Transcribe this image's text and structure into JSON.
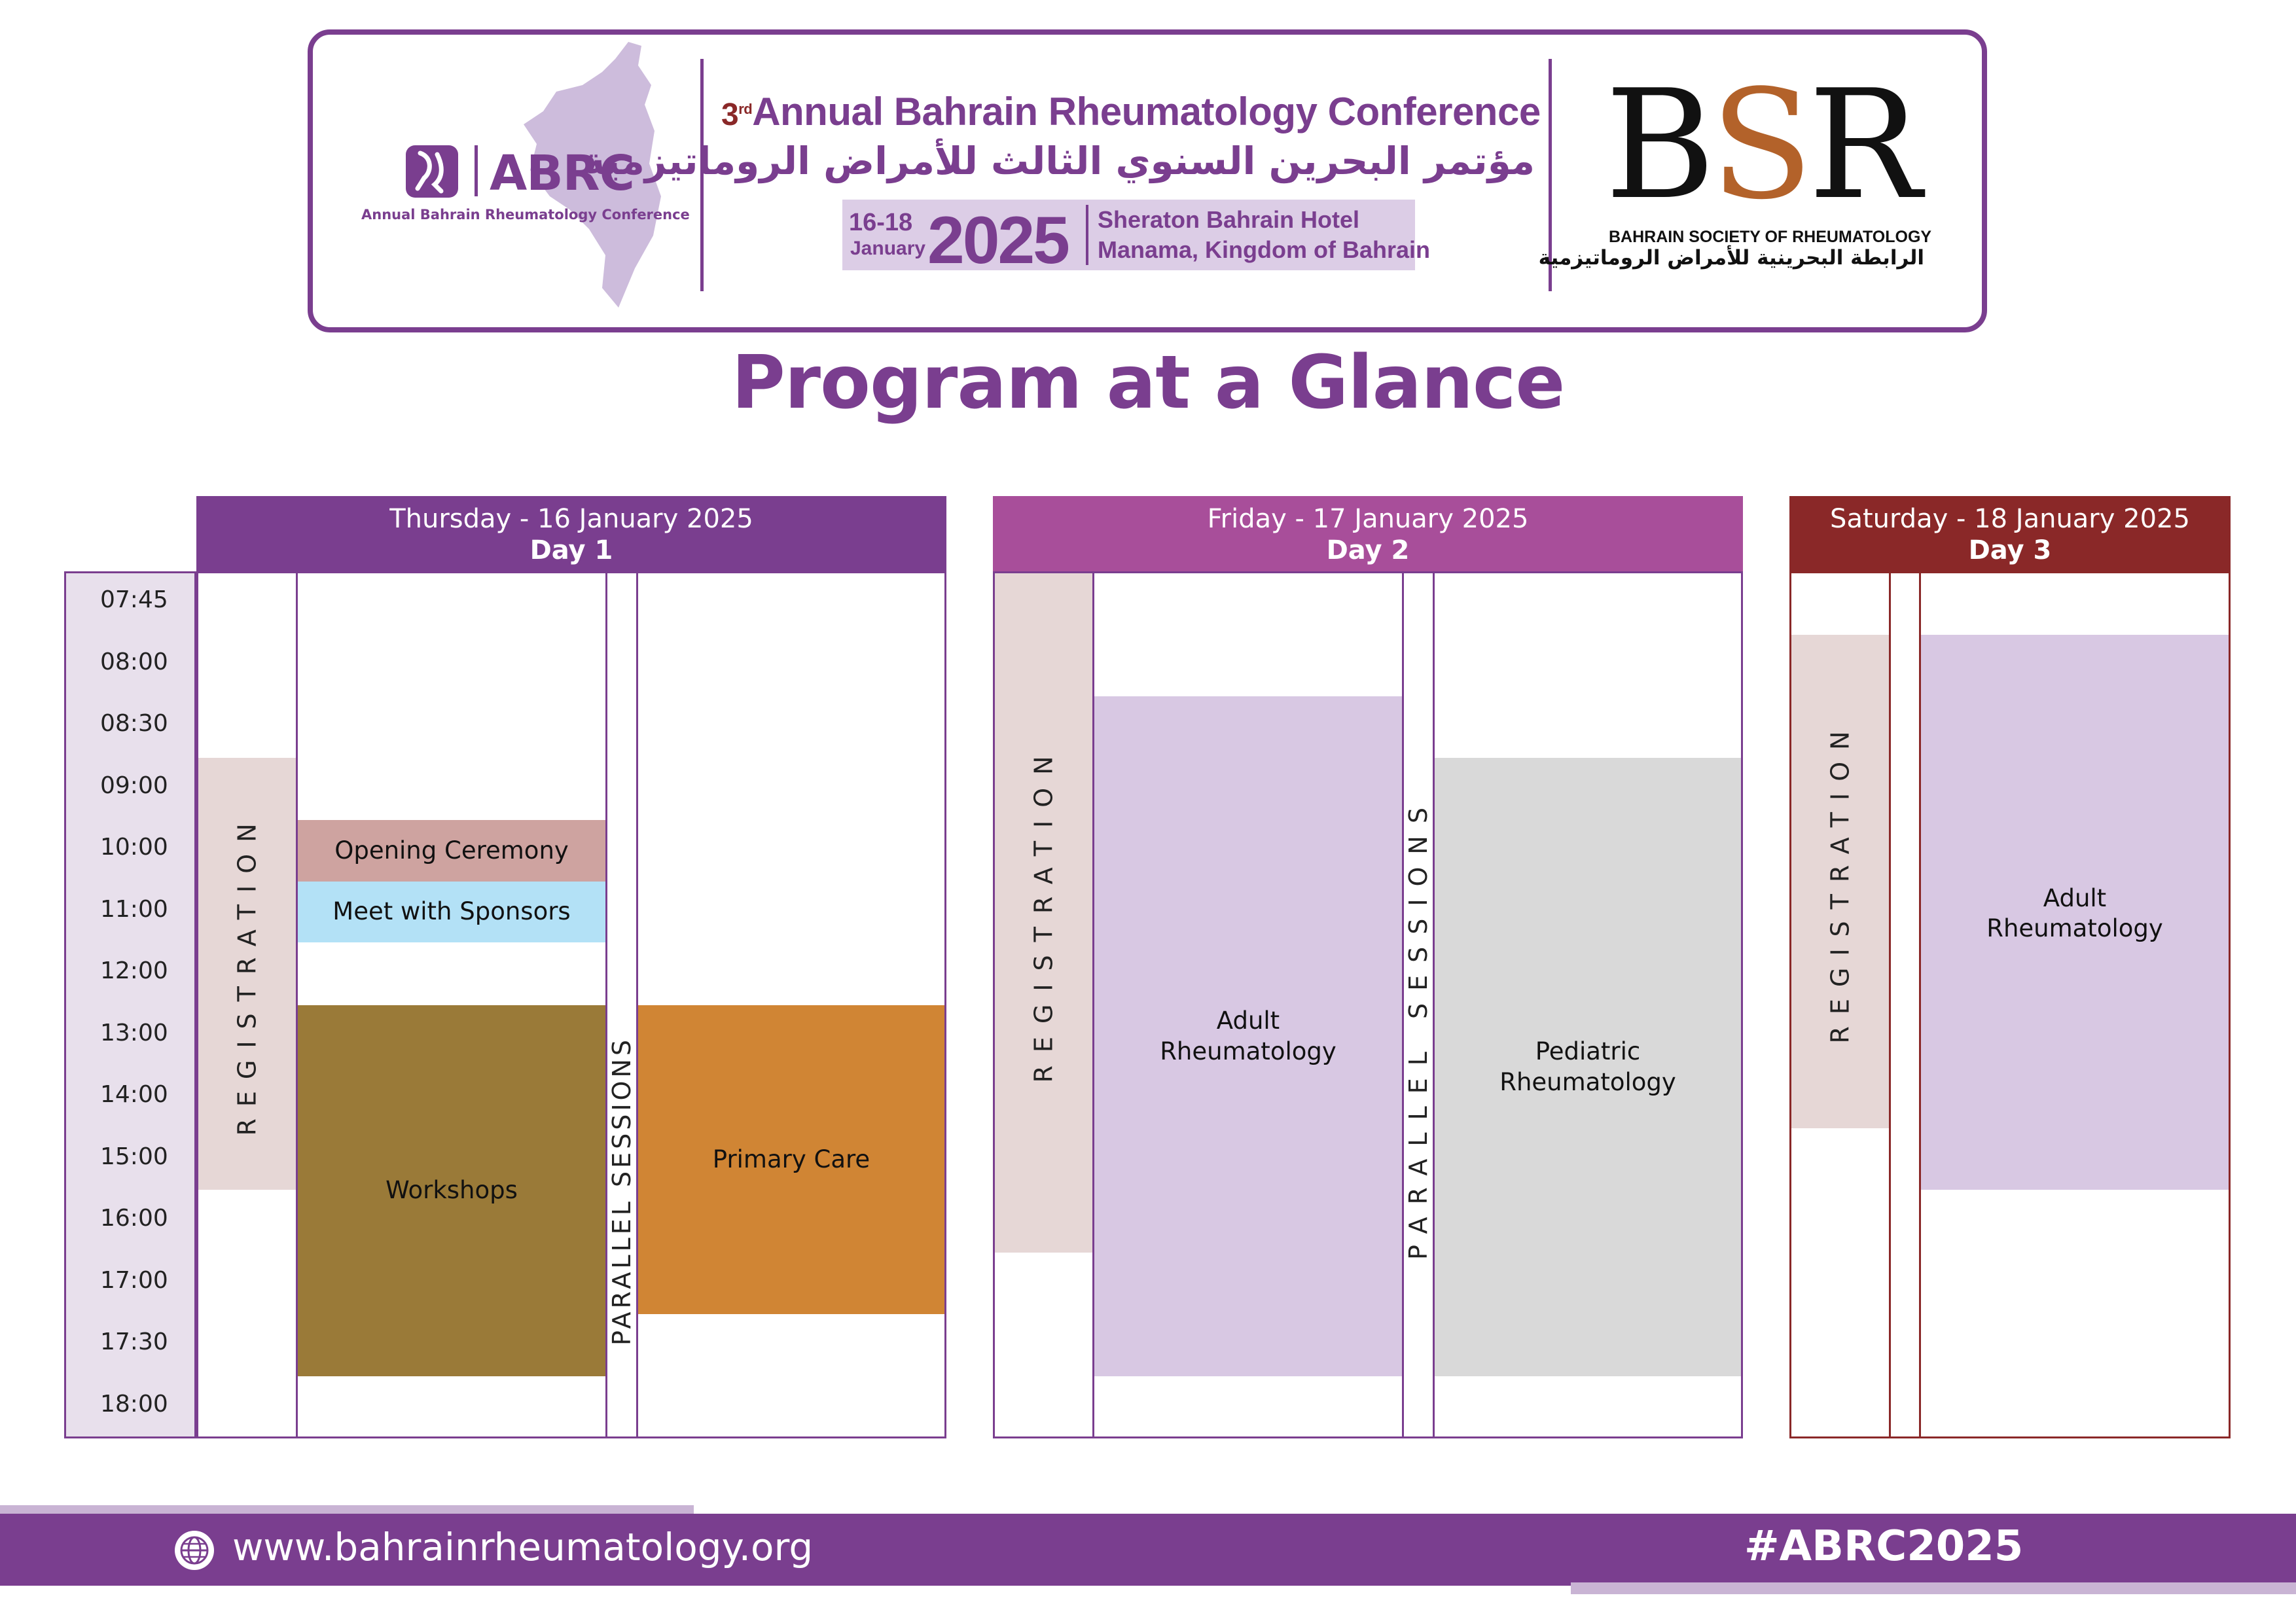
{
  "header": {
    "abrc_logo_text": "ABRC",
    "abrc_subtitle": "Annual Bahrain Rheumatology Conference",
    "conference_ordinal_number": "3",
    "conference_ordinal_suffix": "rd",
    "conference_title": "Annual Bahrain Rheumatology Conference",
    "conference_title_arabic": "مؤتمر البحرين السنوي الثالث للأمراض الروماتيزمية",
    "date_days": "16-18",
    "date_month": "January",
    "date_year": "2025",
    "venue_line1": "Sheraton Bahrain Hotel",
    "venue_line2": "Manama, Kingdom of Bahrain",
    "bsr_mark_b": "B",
    "bsr_mark_s": "S",
    "bsr_mark_r": "R",
    "bsr_name_en": "BAHRAIN SOCIETY OF RHEUMATOLOGY",
    "bsr_name_ar": "الرابطة البحرينية للأمراض الروماتيزمية"
  },
  "page_title": "Program at a Glance",
  "times": [
    "07:45",
    "08:00",
    "08:30",
    "09:00",
    "10:00",
    "11:00",
    "12:00",
    "13:00",
    "14:00",
    "15:00",
    "16:00",
    "17:00",
    "17:30",
    "18:00"
  ],
  "days": [
    {
      "name": "Thursday - 16 January 2025",
      "label": "Day 1",
      "header_color": "#7a3e8f",
      "registration": "REGISTRATION",
      "parallel": "PARALLEL SESSIONS",
      "opening": "Opening Ceremony",
      "sponsors": "Meet with Sponsors",
      "workshops": "Workshops",
      "primary_care": "Primary Care"
    },
    {
      "name": "Friday - 17 January 2025",
      "label": "Day 2",
      "header_color": "#a84e9a",
      "registration": "REGISTRATION",
      "parallel": "PARALLEL SESSIONS",
      "adult": "Adult Rheumatology",
      "pediatric": "Pediatric Rheumatology"
    },
    {
      "name": "Saturday - 18 January 2025",
      "label": "Day 3",
      "header_color": "#8a2828",
      "registration": "REGISTRATION",
      "adult": "Adult Rheumatology"
    }
  ],
  "colors": {
    "brand_purple": "#7a3e8f",
    "registration": "#e6d7d6",
    "opening": "#cea3a0",
    "sponsors": "#b3e1f6",
    "workshops": "#9a7a38",
    "primary_care": "#d08534",
    "adult": "#d8c8e3",
    "pediatric": "#d9d9d9"
  },
  "footer": {
    "website": "www.bahrainrheumatology.org",
    "hashtag": "#ABRC2025",
    "globe_icon": "globe-icon"
  }
}
